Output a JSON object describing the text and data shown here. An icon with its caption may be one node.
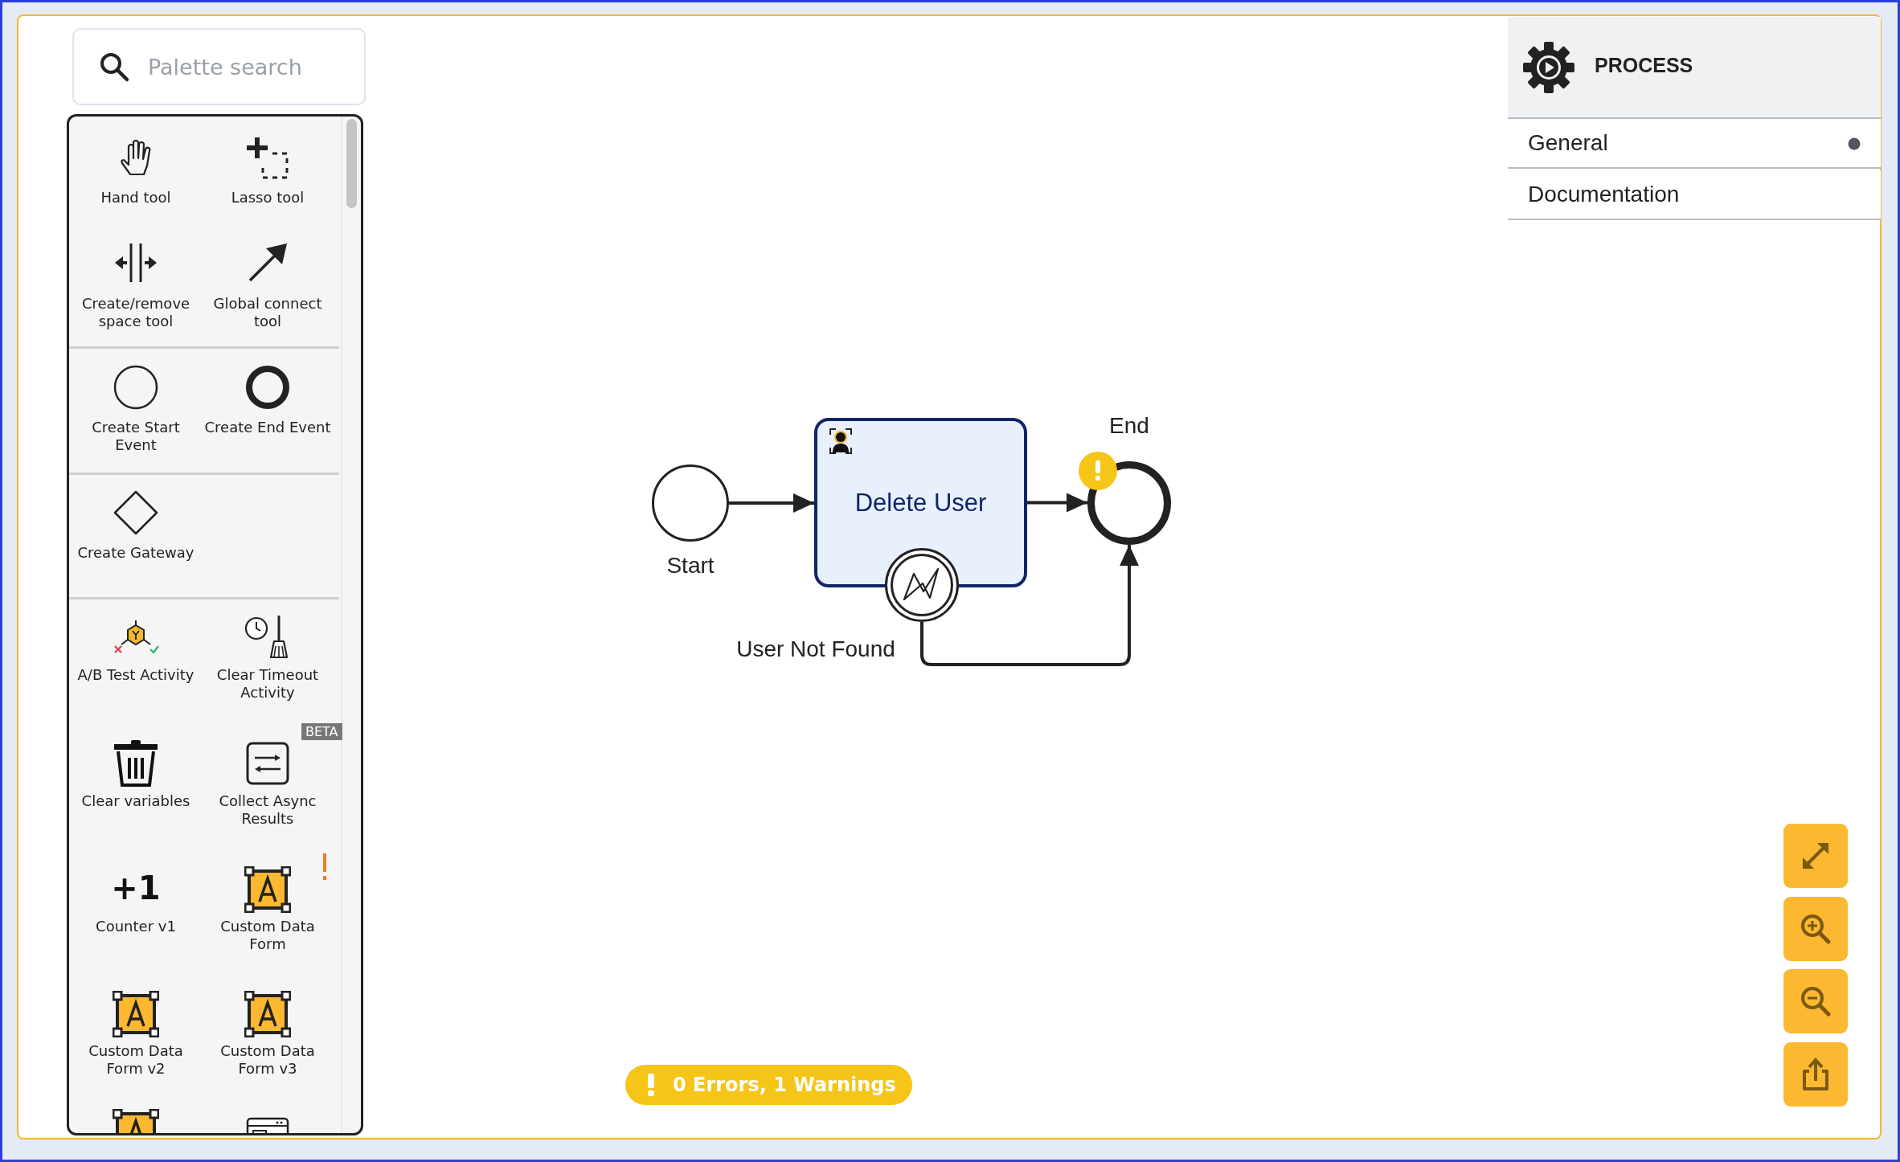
{
  "diagram": {
    "nodes": [
      {
        "text": [],
        "shape": "circle",
        "beside": [
          "Start"
        ]
      },
      {
        "text": [
          "Delete User"
        ]
      },
      {
        "text": [],
        "shape": "circle",
        "beside": [
          "User Not Found"
        ]
      },
      {
        "text": [],
        "shape": "circle",
        "beside": [
          "End"
        ]
      }
    ],
    "edges": [
      {
        "from": 0,
        "to": 1,
        "arrow": "to"
      },
      {
        "from": 1,
        "to": 3,
        "arrow": "to"
      },
      {
        "from": 2,
        "to": 3,
        "arrow": "to"
      }
    ],
    "labels": [
      "Palette search",
      "Hand tool",
      "Lasso tool",
      "Create/remove space tool",
      "Global connect tool",
      "Create Start Event",
      "Create End Event",
      "Create Gateway",
      "A/B Test Activity",
      "Clear Timeout Activity",
      "BETA",
      "Clear variables",
      "Collect Async Results",
      "+1",
      "Counter v1",
      "Custom Data Form",
      "Custom Data Form v2",
      "Custom Data Form v3",
      "PROCESS",
      "General",
      "Documentation",
      "0 Errors, 1 Warnings"
    ]
  }
}
